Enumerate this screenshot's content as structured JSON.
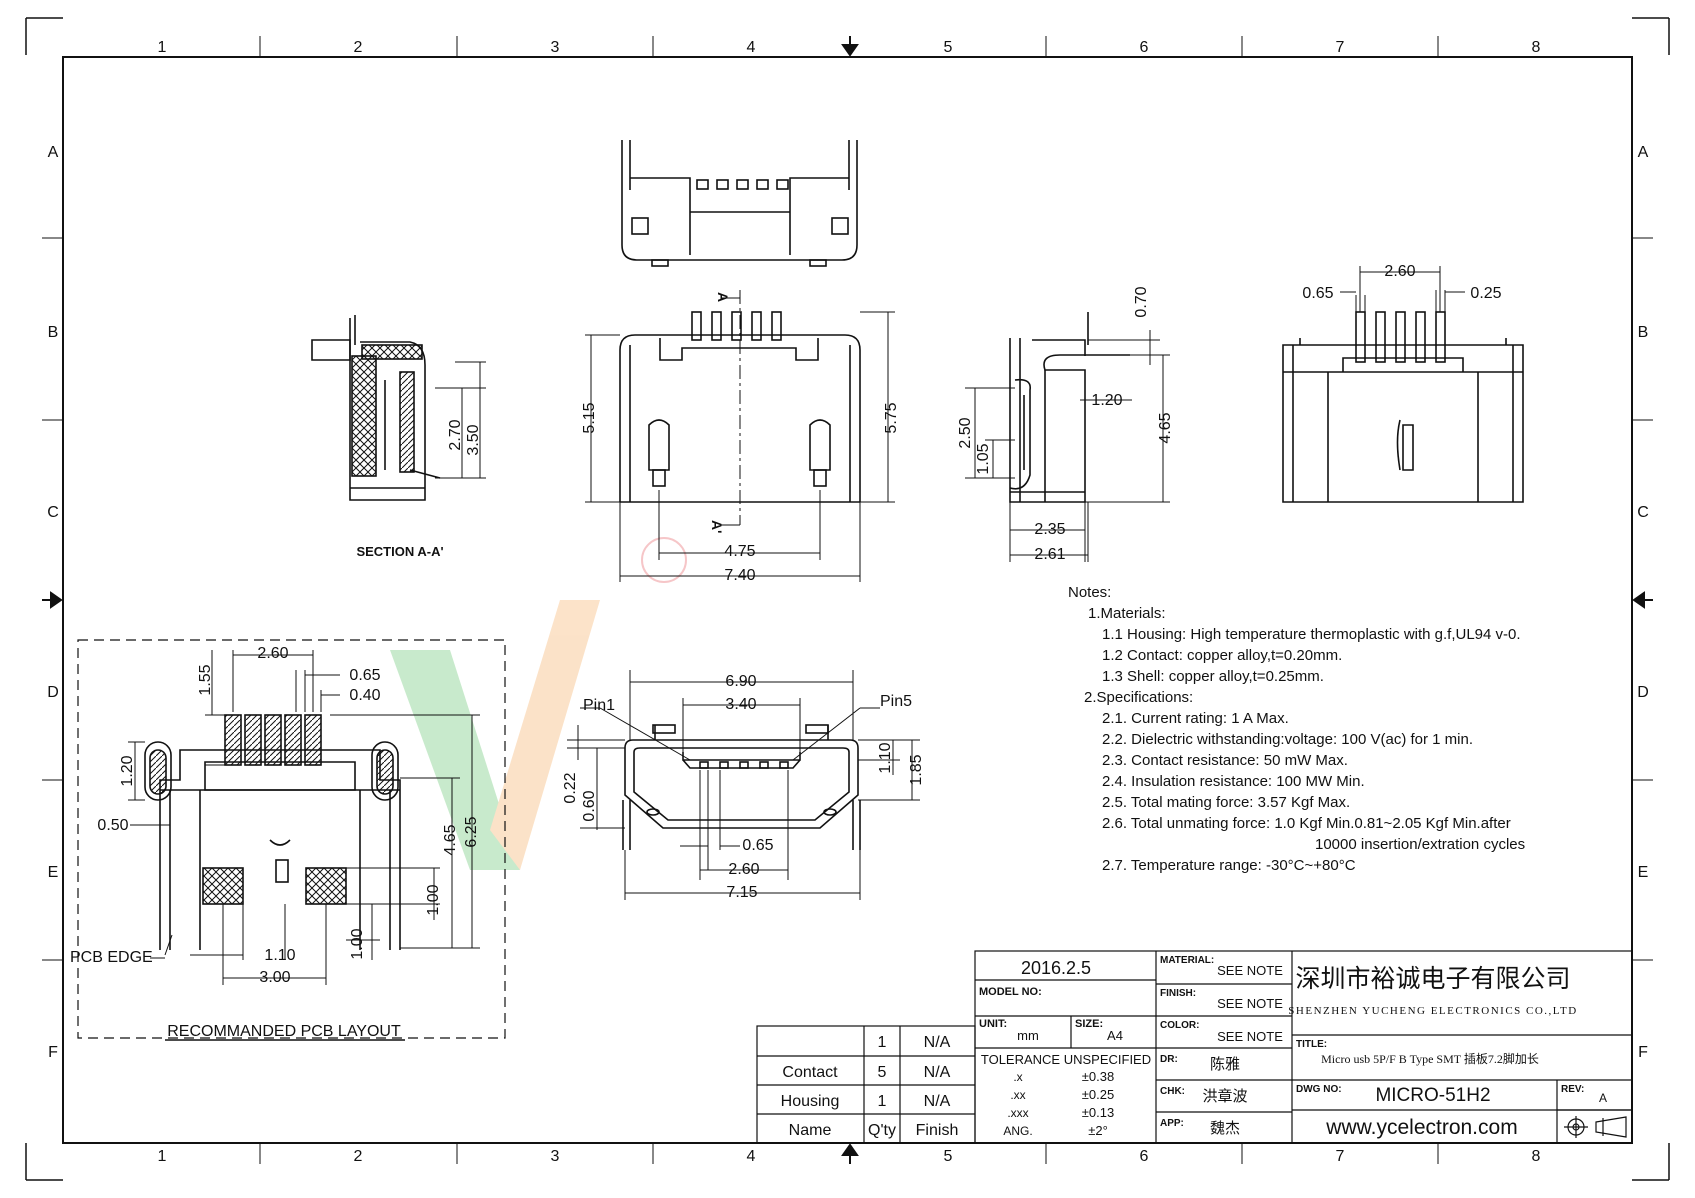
{
  "border": {
    "columns": [
      "1",
      "2",
      "3",
      "4",
      "5",
      "6",
      "7",
      "8"
    ],
    "rows": [
      "A",
      "B",
      "C",
      "D",
      "E",
      "F"
    ]
  },
  "views": {
    "section_label": "SECTION A-A'",
    "section_marker": "A",
    "section_marker_prime": "A'",
    "pcb_layout_label": "RECOMMANDED PCB LAYOUT",
    "pcb_edge_label": "PCB EDGE",
    "pin1_label": "Pin1",
    "pin5_label": "Pin5"
  },
  "dimensions": {
    "section": [
      "2.70",
      "3.50"
    ],
    "front": [
      "5.15",
      "5.75",
      "4.75",
      "7.40"
    ],
    "side": [
      "0.70",
      "1.20",
      "2.50",
      "1.05",
      "4.65",
      "2.35",
      "2.61"
    ],
    "rear": [
      "2.60",
      "0.65",
      "0.25"
    ],
    "pcb": [
      "2.60",
      "1.55",
      "0.65",
      "0.40",
      "1.20",
      "0.50",
      "4.65",
      "6.25",
      "1.00",
      "1.00",
      "1.10",
      "3.00"
    ],
    "mating": [
      "6.90",
      "3.40",
      "0.22",
      "0.60",
      "1.10",
      "1.85",
      "0.65",
      "2.60",
      "7.15"
    ]
  },
  "notes": {
    "heading": "Notes:",
    "lines": [
      "1.Materials:",
      "1.1 Housing: High temperature thermoplastic with g.f,UL94 v-0.",
      "1.2 Contact: copper alloy,t=0.20mm.",
      "1.3 Shell: copper alloy,t=0.25mm.",
      "2.Specifications:",
      "2.1. Current rating: 1 A Max.",
      "2.2. Dielectric withstanding:voltage: 100 V(ac) for 1 min.",
      "2.3. Contact resistance: 50 mW Max.",
      "2.4. Insulation resistance: 100 MW Min.",
      "2.5. Total mating force: 3.57 Kgf Max.",
      "2.6. Total unmating force: 1.0 Kgf Min.0.81~2.05 Kgf Min.after",
      "10000 insertion/extration cycles",
      "2.7. Temperature range: -30°C~+80°C"
    ]
  },
  "bom": {
    "rows": [
      {
        "name": "",
        "qty": "1",
        "finish": "N/A"
      },
      {
        "name": "Contact",
        "qty": "5",
        "finish": "N/A"
      },
      {
        "name": "Housing",
        "qty": "1",
        "finish": "N/A"
      }
    ],
    "header": {
      "name": "Name",
      "qty": "Q'ty",
      "finish": "Finish"
    }
  },
  "title_block": {
    "date": "2016.2.5",
    "model_no_label": "MODEL NO:",
    "unit_label": "UNIT:",
    "unit_value": "mm",
    "size_label": "SIZE:",
    "size_value": "A4",
    "tolerance_label": "TOLERANCE UNSPECIFIED",
    "tolerances": [
      {
        "k": ".x",
        "v": "±0.38"
      },
      {
        "k": ".xx",
        "v": "±0.25"
      },
      {
        "k": ".xxx",
        "v": "±0.13"
      },
      {
        "k": "ANG.",
        "v": "±2°"
      }
    ],
    "material_label": "MATERIAL:",
    "material_value": "SEE NOTE",
    "finish_label": "FINISH:",
    "finish_value": "SEE NOTE",
    "color_label": "COLOR:",
    "color_value": "SEE NOTE",
    "dr_label": "DR:",
    "dr_value": "陈雅",
    "chk_label": "CHK:",
    "chk_value": "洪章波",
    "app_label": "APP:",
    "app_value": "魏杰",
    "company_cn": "深圳市裕诚电子有限公司",
    "company_en": "SHENZHEN YUCHENG ELECTRONICS CO.,LTD",
    "title_label": "TITLE:",
    "title_value": "Micro usb 5P/F B Type SMT 插板7.2脚加长",
    "dwg_label": "DWG NO:",
    "dwg_value": "MICRO-51H2",
    "rev_label": "REV:",
    "rev_value": "A",
    "website": "www.ycelectron.com"
  },
  "colors": {
    "ink": "#111111",
    "watermark_green": "#3cb54a",
    "watermark_orange": "#f39a3d",
    "watermark_red": "#e0343a"
  }
}
